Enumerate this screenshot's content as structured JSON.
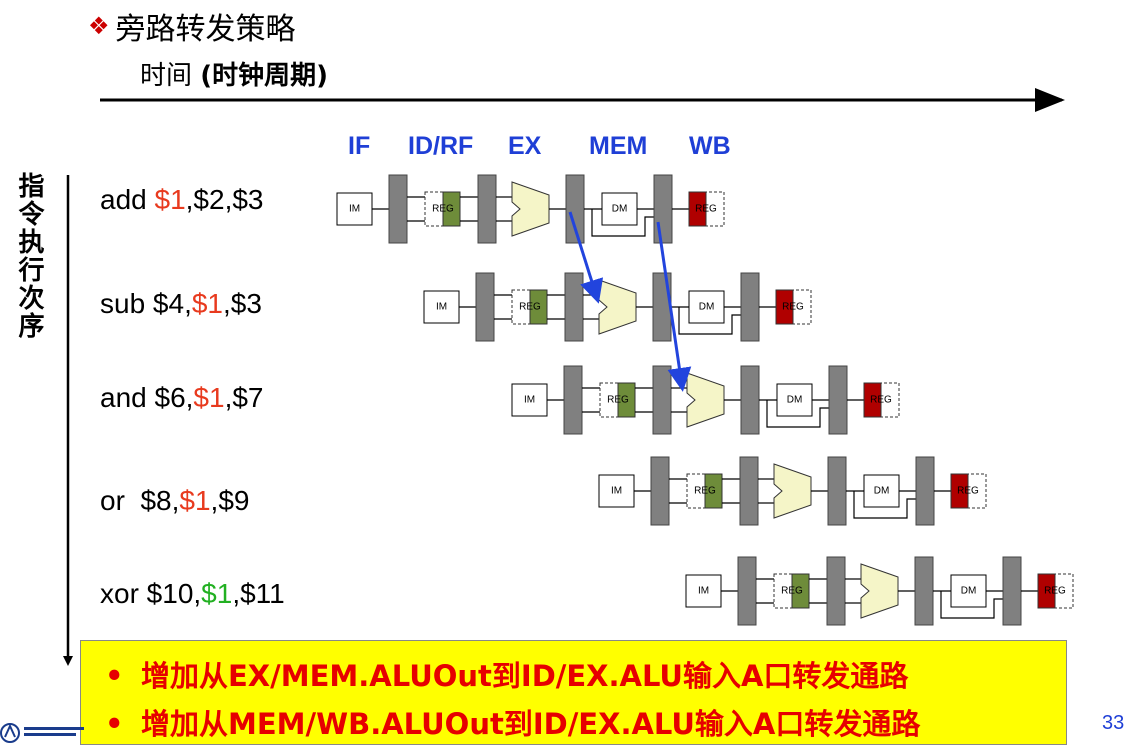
{
  "slide": {
    "title_bullet": "❖",
    "title": "旁路转发策略",
    "timeline_label_main": "时间 ",
    "timeline_label_paren": "(时钟周期)",
    "order_label": "指令执行次序",
    "page_number": "33"
  },
  "stages": [
    "IF",
    "ID/RF",
    "EX",
    "MEM",
    "WB"
  ],
  "pipeline_box_labels": {
    "im": "IM",
    "reg": "REG",
    "dm": "DM"
  },
  "instructions": [
    {
      "prefix": "add ",
      "highlight": "$1",
      "suffix": ",$2,$3",
      "highlight_color": "#e83a1e"
    },
    {
      "prefix": "sub $4,",
      "highlight": "$1",
      "suffix": ",$3",
      "highlight_color": "#e83a1e"
    },
    {
      "prefix": "and $6,",
      "highlight": "$1",
      "suffix": ",$7",
      "highlight_color": "#e83a1e"
    },
    {
      "prefix": "or  $8,",
      "highlight": "$1",
      "suffix": ",$9",
      "highlight_color": "#e83a1e"
    },
    {
      "prefix": "xor $10,",
      "highlight": "$1",
      "suffix": ",$11",
      "highlight_color": "#22b022"
    }
  ],
  "callout": {
    "items": [
      {
        "bullet": "•",
        "text": "增加从EX/MEM.ALUOut到ID/EX.ALU输入A口转发通路"
      },
      {
        "bullet": "•",
        "text": "增加从MEM/WB.ALUOut到ID/EX.ALU输入A口转发通路"
      }
    ]
  },
  "colors": {
    "stage_label": "#1f3fd6",
    "highlight_red": "#e83a1e",
    "highlight_green": "#22b022",
    "latch_gray": "#808080",
    "reg_read_green": "#6e8c3a",
    "reg_write_red": "#b00000",
    "alu_fill": "#f5f5c8",
    "forward_arrow": "#2244dd",
    "callout_bg": "#ffff00",
    "callout_text": "#e60000"
  },
  "icons": [
    "bullet-diamond-icon",
    "timeline-arrow-icon",
    "alu-icon",
    "forward-arrow-icon",
    "university-logo-icon"
  ]
}
